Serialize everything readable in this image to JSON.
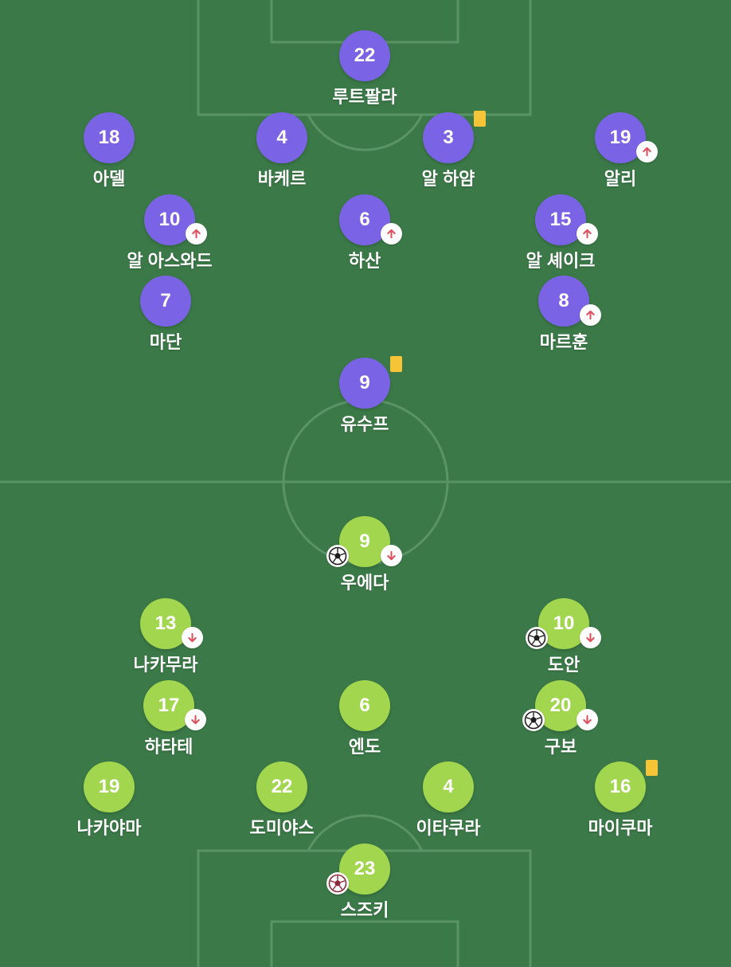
{
  "colors": {
    "pitch": "#3b7a48",
    "lines": "#5a9466",
    "away_team": "#7b63e6",
    "home_team": "#a3d64f",
    "yellow_card": "#f6c537",
    "sub_arrow": "#e0505c"
  },
  "away": {
    "players": [
      {
        "number": "22",
        "name": "루트팔라"
      },
      {
        "number": "18",
        "name": "아델"
      },
      {
        "number": "4",
        "name": "바케르"
      },
      {
        "number": "3",
        "name": "알 하얌",
        "card": "yellow"
      },
      {
        "number": "19",
        "name": "알리",
        "sub": "up"
      },
      {
        "number": "10",
        "name": "알 아스와드",
        "sub": "up"
      },
      {
        "number": "6",
        "name": "하산",
        "sub": "up"
      },
      {
        "number": "15",
        "name": "알 셰이크",
        "sub": "up"
      },
      {
        "number": "7",
        "name": "마단"
      },
      {
        "number": "8",
        "name": "마르훈",
        "sub": "up"
      },
      {
        "number": "9",
        "name": "유수프",
        "card": "yellow"
      }
    ]
  },
  "home": {
    "players": [
      {
        "number": "9",
        "name": "우에다",
        "sub": "down",
        "goal": "normal"
      },
      {
        "number": "13",
        "name": "나카무라",
        "sub": "down"
      },
      {
        "number": "10",
        "name": "도안",
        "sub": "down",
        "goal": "normal"
      },
      {
        "number": "17",
        "name": "하타테",
        "sub": "down"
      },
      {
        "number": "6",
        "name": "엔도"
      },
      {
        "number": "20",
        "name": "구보",
        "sub": "down",
        "goal": "normal"
      },
      {
        "number": "19",
        "name": "나카야마"
      },
      {
        "number": "22",
        "name": "도미야스"
      },
      {
        "number": "4",
        "name": "이타쿠라"
      },
      {
        "number": "16",
        "name": "마이쿠마",
        "card": "yellow"
      },
      {
        "number": "23",
        "name": "스즈키",
        "goal": "own"
      }
    ]
  }
}
